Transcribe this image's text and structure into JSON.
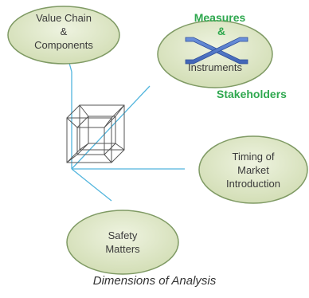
{
  "ovals": {
    "value_chain": {
      "line1": "Value Chain",
      "line2": "&",
      "line3": "Components"
    },
    "instruments": {
      "line1": "Instruments"
    },
    "timing": {
      "line1": "Timing of",
      "line2": "Market",
      "line3": "Introduction"
    },
    "safety": {
      "line1": "Safety",
      "line2": "Matters"
    }
  },
  "measures": {
    "line1": "Measures",
    "line2": "&"
  },
  "stakeholders": "Stakeholders",
  "caption": "Dimensions of Analysis",
  "colors": {
    "oval_fill": "#dfe7c9",
    "oval_stroke": "#7f9a64",
    "axis": "#52b5dd",
    "cube": "#555555",
    "green_text": "#2fa84f",
    "cross": "#4a74c8"
  }
}
